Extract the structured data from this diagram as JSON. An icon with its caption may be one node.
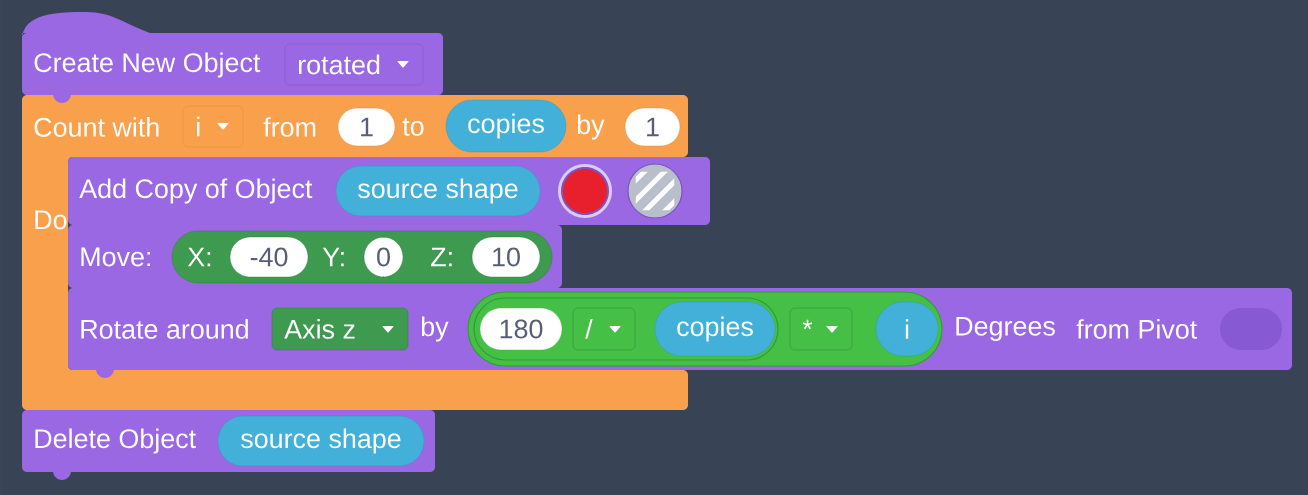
{
  "diagram": {
    "nodes": [
      {
        "text": [
          "Create New Object"
        ]
      },
      {
        "text": [
          "rotated"
        ],
        "in": 0
      },
      {
        "text": [
          "Count with",
          "from",
          "to",
          "by",
          "Do"
        ]
      },
      {
        "text": [
          "i"
        ],
        "in": 2
      },
      {
        "text": [
          "1"
        ],
        "in": 2
      },
      {
        "text": [
          "copies"
        ],
        "in": 2
      },
      {
        "text": [
          "1"
        ],
        "in": 2
      },
      {
        "text": [
          "Add Copy of Object"
        ]
      },
      {
        "text": [
          "source shape"
        ],
        "in": 7
      },
      {
        "text": [],
        "shape": "circle",
        "in": 7
      },
      {
        "text": [],
        "shape": "circle",
        "in": 7
      },
      {
        "text": [
          "Move:"
        ],
        "in": 2
      },
      {
        "text": [
          "X:",
          "Y:",
          "Z:"
        ],
        "in": 11
      },
      {
        "text": [
          "-40"
        ],
        "in": 12
      },
      {
        "text": [
          "0"
        ],
        "in": 12
      },
      {
        "text": [
          "10"
        ],
        "in": 12
      },
      {
        "text": [
          "Rotate around",
          "by",
          "Degrees",
          "from Pivot"
        ]
      },
      {
        "text": [
          "Axis z"
        ],
        "in": 16
      },
      {
        "text": [],
        "shape": "box",
        "in": 16
      },
      {
        "text": [],
        "shape": "box",
        "in": 18
      },
      {
        "text": [
          "180"
        ],
        "in": 19
      },
      {
        "text": [
          "/"
        ],
        "in": 19
      },
      {
        "text": [
          "copies"
        ],
        "in": 19
      },
      {
        "text": [
          "*"
        ],
        "in": 18
      },
      {
        "text": [
          "i"
        ],
        "in": 18
      },
      {
        "text": [],
        "shape": "box",
        "in": 16
      },
      {
        "text": [
          "Delete Object"
        ]
      },
      {
        "text": [
          "source shape"
        ],
        "in": 26
      }
    ]
  }
}
